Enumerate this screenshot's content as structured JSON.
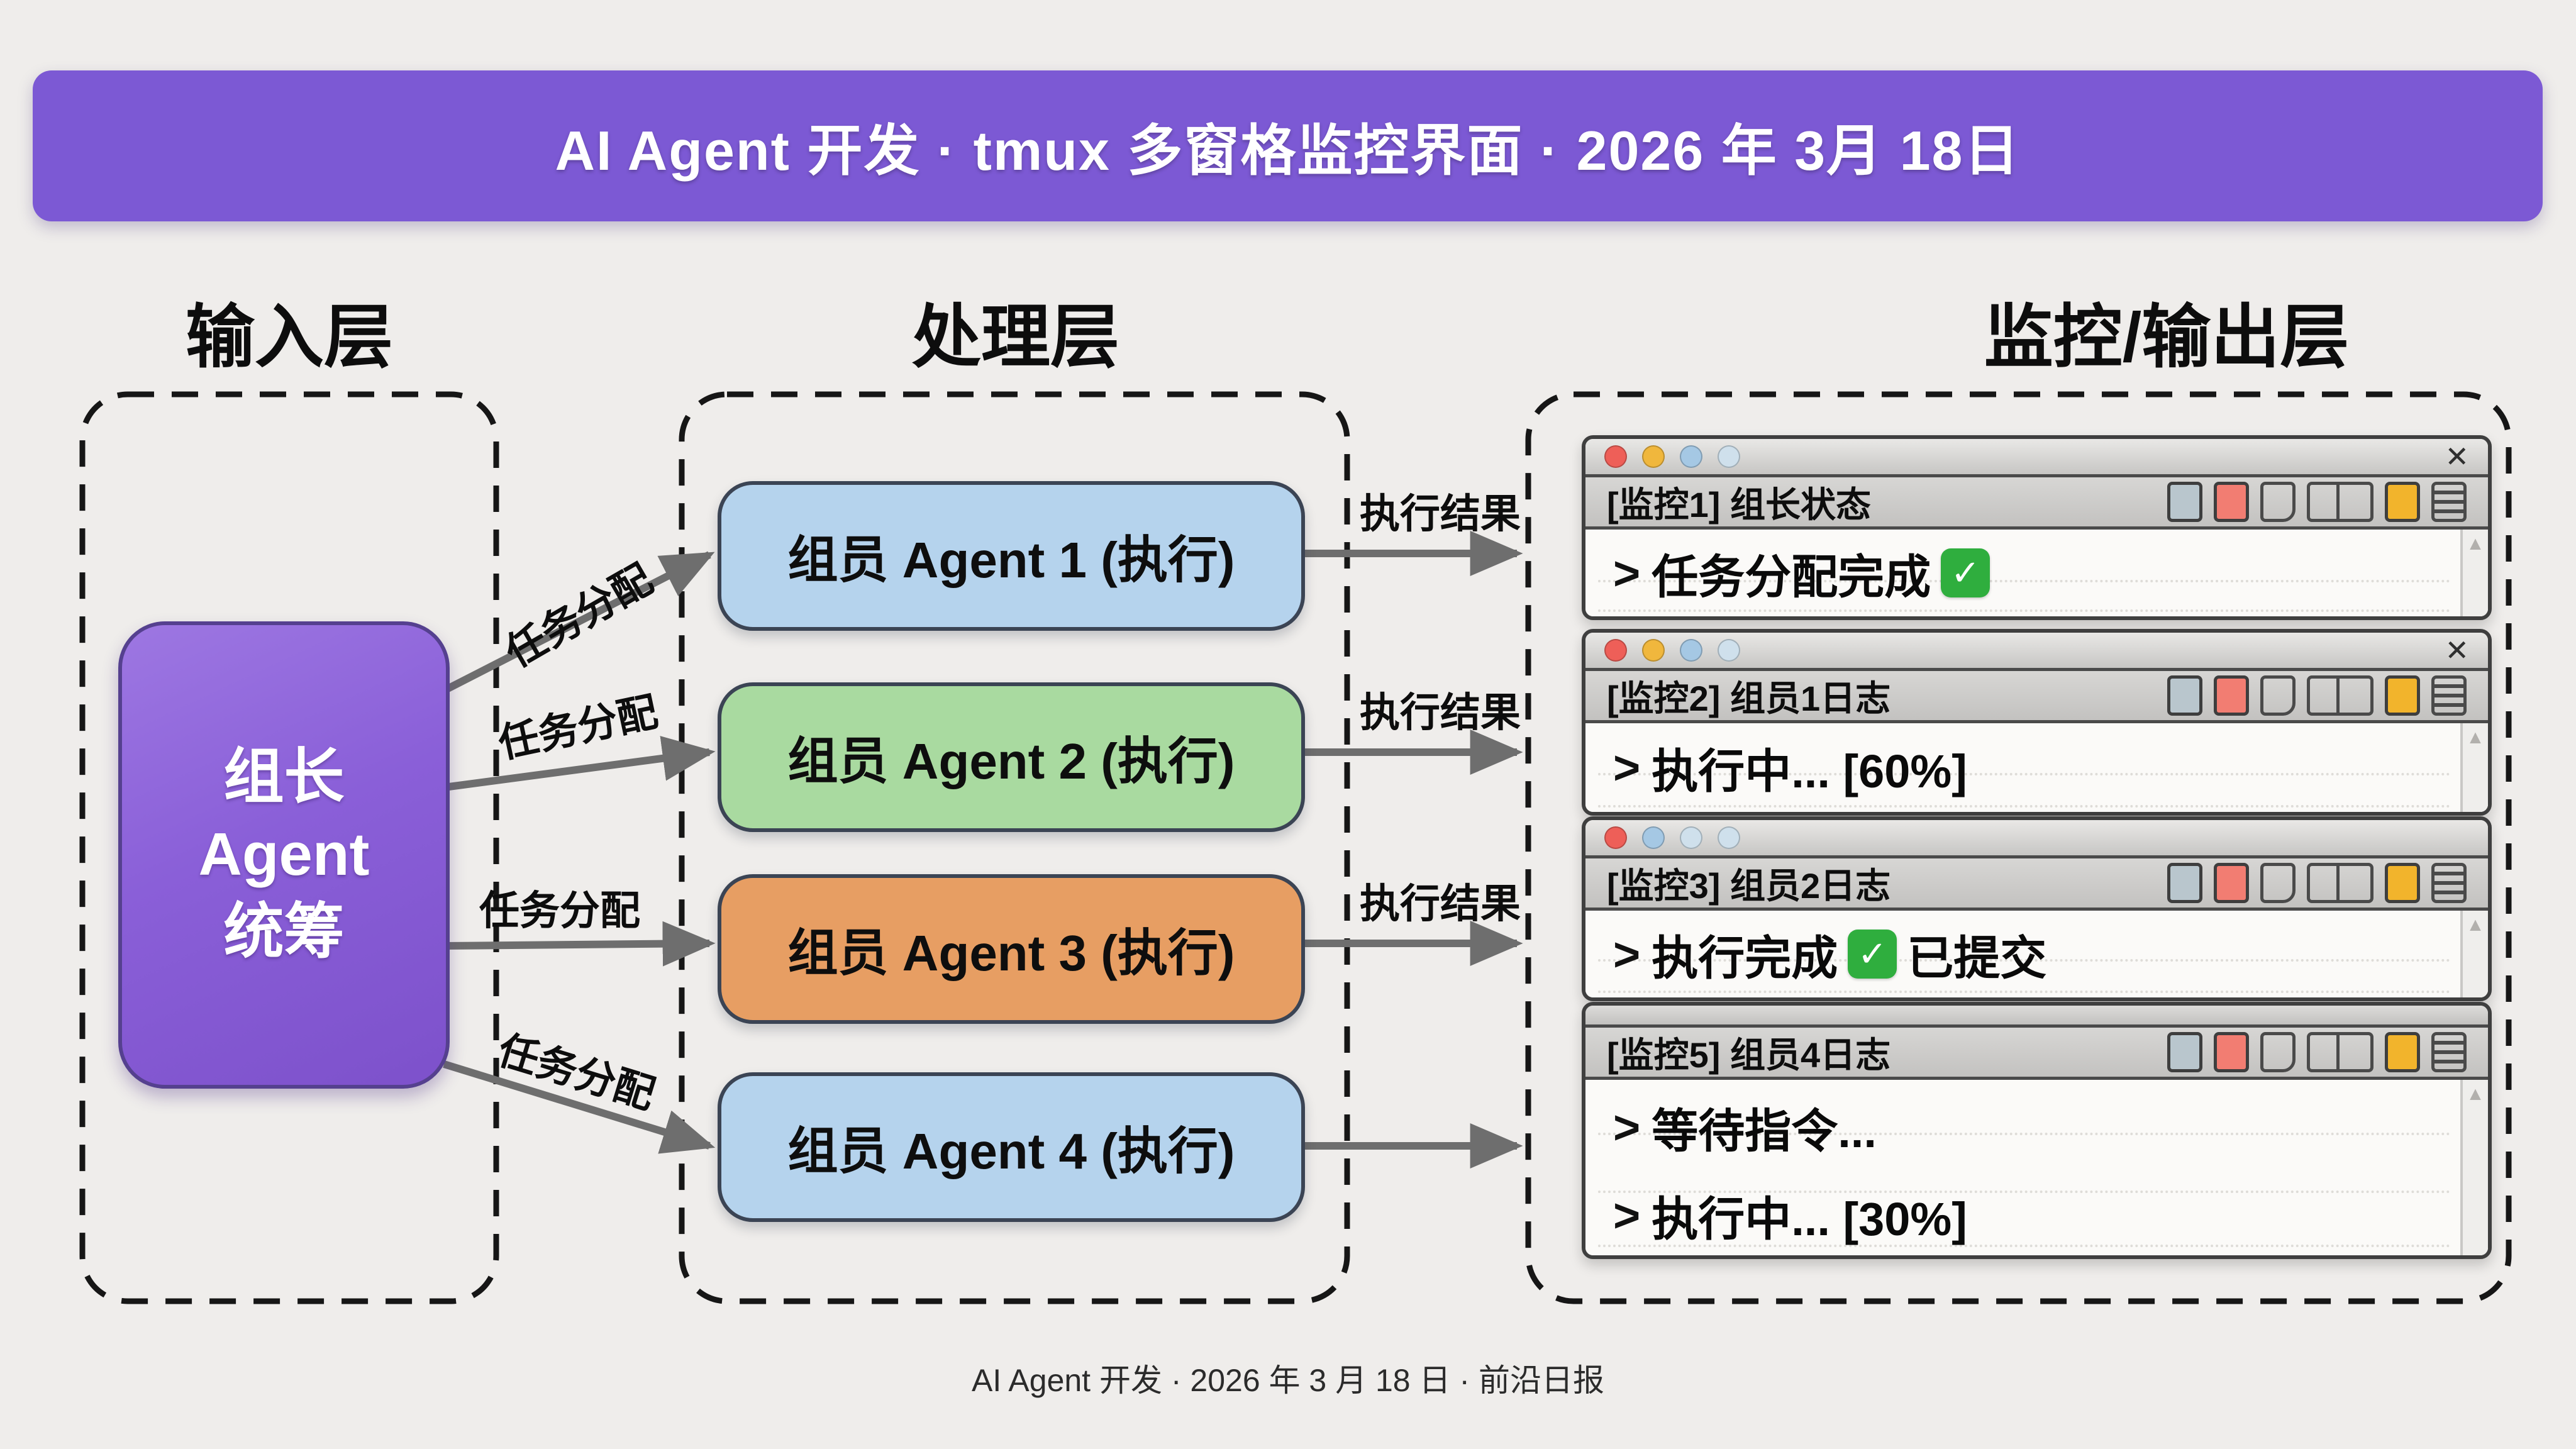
{
  "banner": {
    "title": "AI Agent 开发 · tmux 多窗格监控界面 · 2026 年 3月 18日"
  },
  "layers": {
    "input": "输入层",
    "process": "处理层",
    "output": "监控/输出层"
  },
  "leader": {
    "line1": "组长",
    "line2": "Agent",
    "line3": "统筹"
  },
  "agents": [
    {
      "label": "组员 Agent 1 (执行)"
    },
    {
      "label": "组员 Agent 2 (执行)"
    },
    {
      "label": "组员 Agent 3 (执行)"
    },
    {
      "label": "组员 Agent 4 (执行)"
    }
  ],
  "edges": {
    "task": "任务分配",
    "result": "执行结果"
  },
  "windows": [
    {
      "title": "[监控1] 组长状态",
      "prompt": ">",
      "line1": "任务分配完成",
      "close": "✕"
    },
    {
      "title": "[监控2] 组员1日志",
      "prompt": ">",
      "line1": "执行中... [60%]",
      "close": "✕"
    },
    {
      "title": "[监控3] 组员2日志",
      "prompt": ">",
      "line1": "执行完成",
      "line1b": "已提交"
    },
    {
      "title": "[监控5] 组员4日志",
      "prompt": ">",
      "line1": "等待指令...",
      "line2": "执行中... [30%]"
    }
  ],
  "check_glyph": "✓",
  "scroll_up_glyph": "▲",
  "footer": {
    "caption": "AI Agent 开发 · 2026 年 3 月 18 日 · 前沿日报"
  },
  "colors": {
    "banner": "#7c59d4",
    "leader": "#8a5fd8",
    "agent1": "#b5d3ed",
    "agent2": "#a9daa0",
    "agent3": "#e79e63",
    "agent4": "#b5d3ed",
    "arrow": "#6e6e6e",
    "check": "#2fae3e",
    "light_red": "#ee5f58",
    "light_yellow": "#f0b73d",
    "light_blue": "#a5c8e4",
    "light_pale": "#cfe0ec",
    "icon_gray": "#b9c6cd",
    "icon_red": "#f27d72",
    "icon_yellow": "#f2b42c"
  }
}
